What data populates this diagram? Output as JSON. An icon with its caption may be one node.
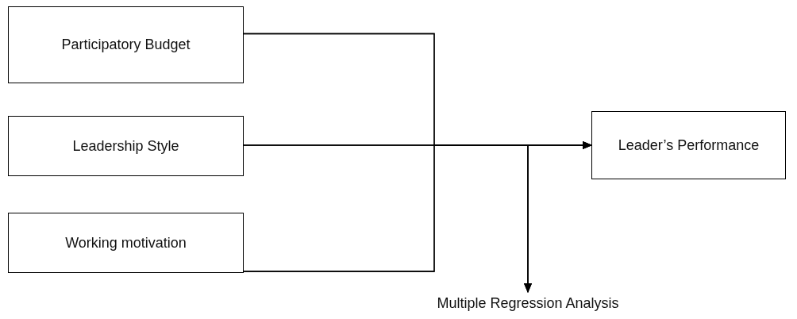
{
  "diagram": {
    "nodes": [
      {
        "text": [
          "Participatory Budget"
        ]
      },
      {
        "text": [
          "Leadership Style"
        ]
      },
      {
        "text": [
          "Working motivation"
        ]
      },
      {
        "text": [
          "Leader’s Performance"
        ]
      },
      {
        "text": [
          "Multiple Regression Analysis"
        ]
      }
    ],
    "edges": [
      {
        "from": 0,
        "to": 3,
        "arrow": "to"
      },
      {
        "from": 1,
        "to": 3,
        "arrow": "to"
      },
      {
        "from": 2,
        "to": 3,
        "arrow": "to"
      },
      {
        "from": 0,
        "to": 4,
        "arrow": "to"
      },
      {
        "from": 1,
        "to": 4,
        "arrow": "to"
      },
      {
        "from": 2,
        "to": 4,
        "arrow": "to"
      }
    ]
  }
}
